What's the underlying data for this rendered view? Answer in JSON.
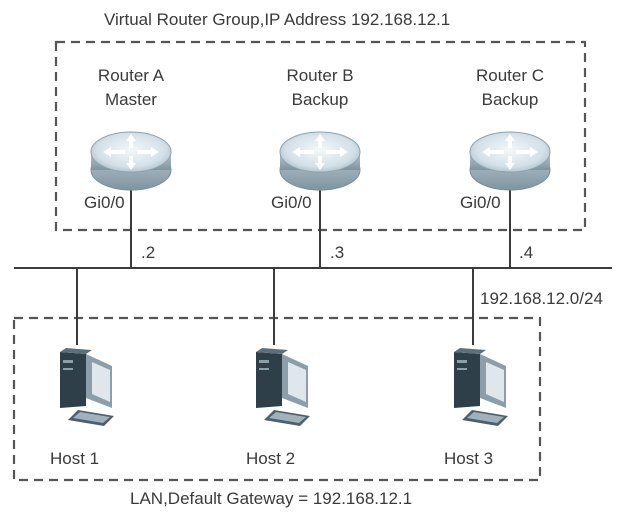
{
  "group_label": "Virtual Router Group,IP Address 192.168.12.1",
  "lan_label": "LAN,Default Gateway = 192.168.12.1",
  "subnet_label": "192.168.12.0/24",
  "routers": [
    {
      "name": "Router A",
      "role": "Master",
      "interface": "Gi0/0",
      "ip_suffix": ".2"
    },
    {
      "name": "Router B",
      "role": "Backup",
      "interface": "Gi0/0",
      "ip_suffix": ".3"
    },
    {
      "name": "Router C",
      "role": "Backup",
      "interface": "Gi0/0",
      "ip_suffix": ".4"
    }
  ],
  "hosts": [
    {
      "name": "Host 1"
    },
    {
      "name": "Host 2"
    },
    {
      "name": "Host 3"
    }
  ],
  "colors": {
    "line": "#3b3b3b",
    "dash": "#555555",
    "router_top": "#dde8ee",
    "router_side": "#9fb3bf",
    "host_dark": "#2f3f4a",
    "host_light": "#7a8d99"
  },
  "icons": {
    "router": "router-icon",
    "host": "desktop-computer-icon"
  }
}
